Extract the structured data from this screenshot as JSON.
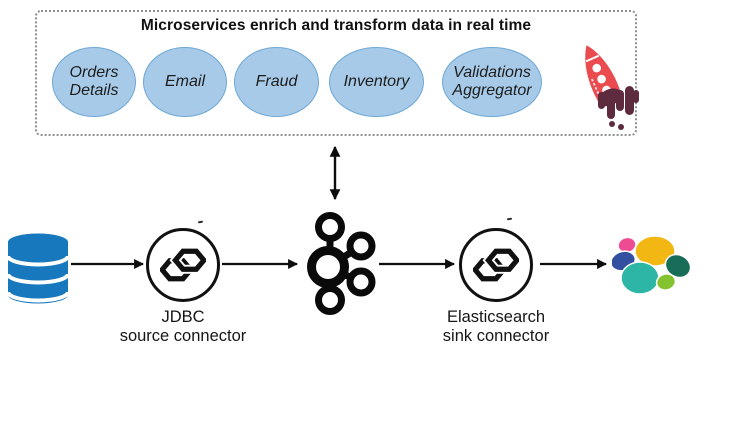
{
  "microservices_box": {
    "title": "Microservices enrich and transform data in real time",
    "services": [
      {
        "label": "Orders Details"
      },
      {
        "label": "Email"
      },
      {
        "label": "Fraud"
      },
      {
        "label": "Inventory"
      },
      {
        "label": "Validations Aggregator"
      }
    ],
    "rocket_icon": "rocket-icon"
  },
  "pipeline": {
    "source": {
      "icon": "database-cylinder-icon"
    },
    "jdbc_connector": {
      "label_line1": "JDBC",
      "label_line2": "source connector",
      "icon": "kafka-connect-icon"
    },
    "broker": {
      "icon": "kafka-icon"
    },
    "sink_connector": {
      "label_line1": "Elasticsearch",
      "label_line2": "sink connector",
      "icon": "kafka-connect-icon"
    },
    "destination": {
      "icon": "elasticsearch-logo-icon"
    },
    "link_to_microservices": "bidirectional-arrow"
  },
  "colors": {
    "service_ellipse_fill": "#a6cae8",
    "service_ellipse_border": "#6fa8d6",
    "database_blue": "#1878be",
    "diagram_black": "#111111",
    "dotted_border_gray": "#8f8f8f",
    "rocket_red": "#ea4b4f",
    "rocket_drip_maroon": "#5d2b3d",
    "elastic_yellow": "#f2b713",
    "elastic_pink": "#ee4c92",
    "elastic_navy": "#32509f",
    "elastic_teal": "#2db6a6",
    "elastic_dark_green": "#186d58",
    "elastic_lime": "#82c32f"
  }
}
